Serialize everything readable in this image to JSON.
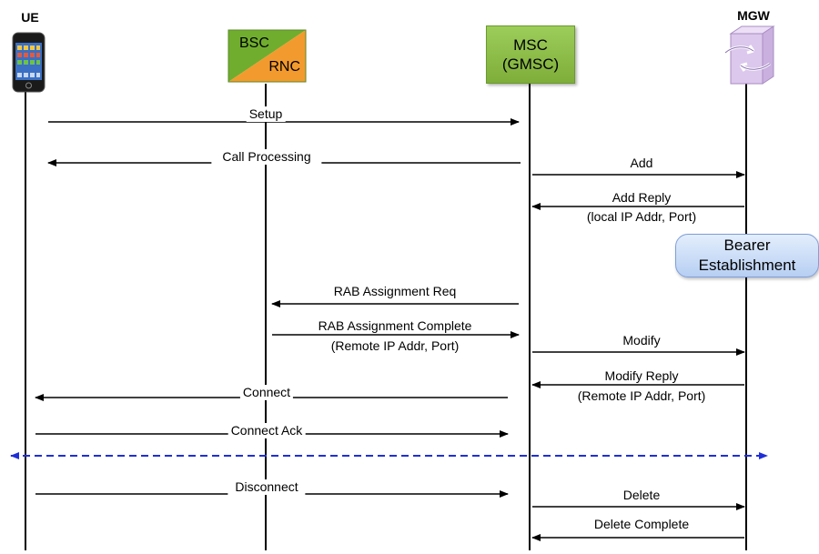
{
  "entities": {
    "ue": {
      "label": "UE"
    },
    "bsc_rnc": {
      "top_label": "BSC",
      "bottom_label": "RNC"
    },
    "msc": {
      "line1": "MSC",
      "line2": "(GMSC)"
    },
    "mgw": {
      "label": "MGW"
    }
  },
  "messages": {
    "setup": "Setup",
    "call_processing": "Call Processing",
    "add": "Add",
    "add_reply": {
      "line1": "Add Reply",
      "line2": "(local IP Addr, Port)"
    },
    "bearer": {
      "line1": "Bearer",
      "line2": "Establishment"
    },
    "rab_req": "RAB Assignment Req",
    "rab_complete": {
      "line1": "RAB Assignment Complete",
      "line2": "(Remote IP Addr, Port)"
    },
    "modify": "Modify",
    "modify_reply": {
      "line1": "Modify Reply",
      "line2": "(Remote IP Addr, Port)"
    },
    "connect": "Connect",
    "connect_ack": "Connect Ack",
    "disconnect": "Disconnect",
    "delete": "Delete",
    "delete_complete": "Delete Complete"
  },
  "colors": {
    "bsc": "#70ad2e",
    "rnc": "#f39a2e",
    "msc": "#8cbf4a",
    "mgw": "#d9c2ea",
    "bearer": "#c6d9f5",
    "dashed": "#1f2fd8"
  }
}
